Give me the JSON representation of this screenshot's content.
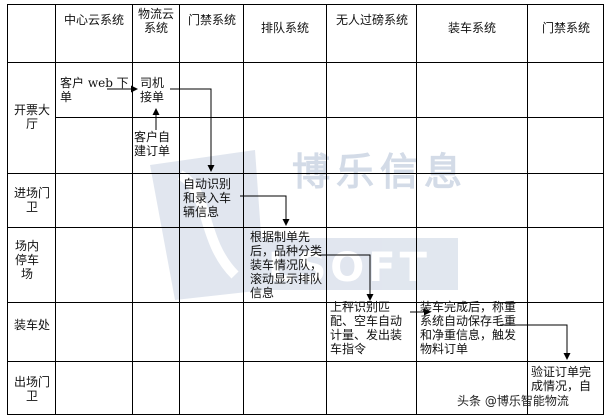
{
  "columns": [
    {
      "label": "中心云系统"
    },
    {
      "label": "物流云系统"
    },
    {
      "label": "门禁系统"
    },
    {
      "label": "排队系统"
    },
    {
      "label": "无人过磅系统"
    },
    {
      "label": "装车系统"
    },
    {
      "label": "门禁系统"
    }
  ],
  "rows": [
    {
      "label": "开票大厅"
    },
    {
      "label": "进场门卫"
    },
    {
      "label": "场内停车场"
    },
    {
      "label": "装车处"
    },
    {
      "label": "出场门卫"
    }
  ],
  "steps": [
    {
      "label": "客户 web 下单"
    },
    {
      "label": "司机接单"
    },
    {
      "label": "客户自建订单"
    },
    {
      "label": "自动识别和录入车辆信息"
    },
    {
      "label": "根据制单先后，品种分类装车情况队，滚动显示排队信息"
    },
    {
      "label": "上秤识别匹配、空车自动计量、发出装车指令"
    },
    {
      "label": "装车完成后，称重系统自动保存毛重和净重信息，触发物料订单"
    },
    {
      "label": "验证订单完成情况，自"
    }
  ],
  "watermark": {
    "brand_cn": "博乐信息",
    "brand_en": "LSOFT",
    "footer": "头条 @博乐智能物流",
    "colors": {
      "watermark": "#c9d3e2",
      "line": "#000000"
    }
  }
}
